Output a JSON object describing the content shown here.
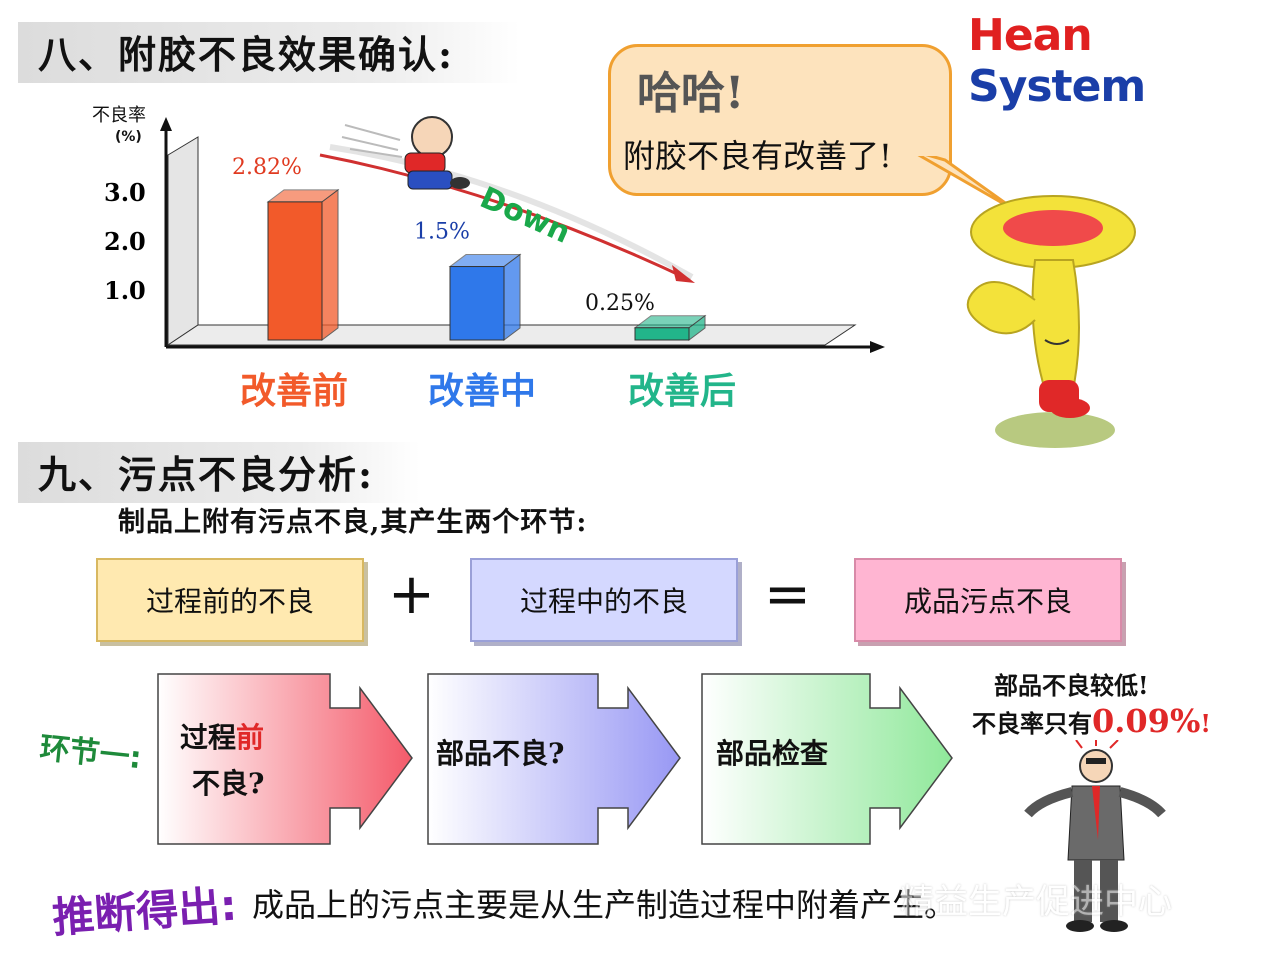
{
  "section8": {
    "title": "八、附胶不良效果确认:"
  },
  "logo": {
    "part1": "Hean",
    "part2": "System",
    "color1": "#e02020",
    "color2": "#1a3ea8"
  },
  "bubble": {
    "exclaim": "哈哈!",
    "message": "附胶不良有改善了!"
  },
  "chart_data": {
    "type": "bar",
    "categories": [
      "改善前",
      "改善中",
      "改善后"
    ],
    "values": [
      2.82,
      1.5,
      0.25
    ],
    "value_labels": [
      "2.82%",
      "1.5%",
      "0.25%"
    ],
    "ylabel": "不良率",
    "yunit": "(%)",
    "yticks": [
      "3.0",
      "2.0",
      "1.0"
    ],
    "ylim": [
      0,
      3.6
    ],
    "annotation": "Down",
    "colors": [
      "#f25a2a",
      "#2f78ea",
      "#22b58a"
    ]
  },
  "section9": {
    "title": "九、污点不良分析:"
  },
  "intro": "制品上附有污点不良,其产生两个环节:",
  "equation": {
    "box1": "过程前的不良",
    "plus": "+",
    "box2": "过程中的不良",
    "equals": "=",
    "box3": "成品污点不良"
  },
  "flow": {
    "stage_label": "环节一:",
    "box1_a": "过程",
    "box1_b": "前",
    "box1_c": "不良?",
    "box2": "部品不良?",
    "box3": "部品检查",
    "result_line1": "部品不良较低!",
    "result_line2_a": "不良率只有",
    "result_line2_b": "0.09%",
    "result_line2_c": "!"
  },
  "conclusion": {
    "label": "推断得出:",
    "text": "成品上的污点主要是从生产制造过程中附着产生。"
  },
  "watermark": "精益生产促进中心"
}
